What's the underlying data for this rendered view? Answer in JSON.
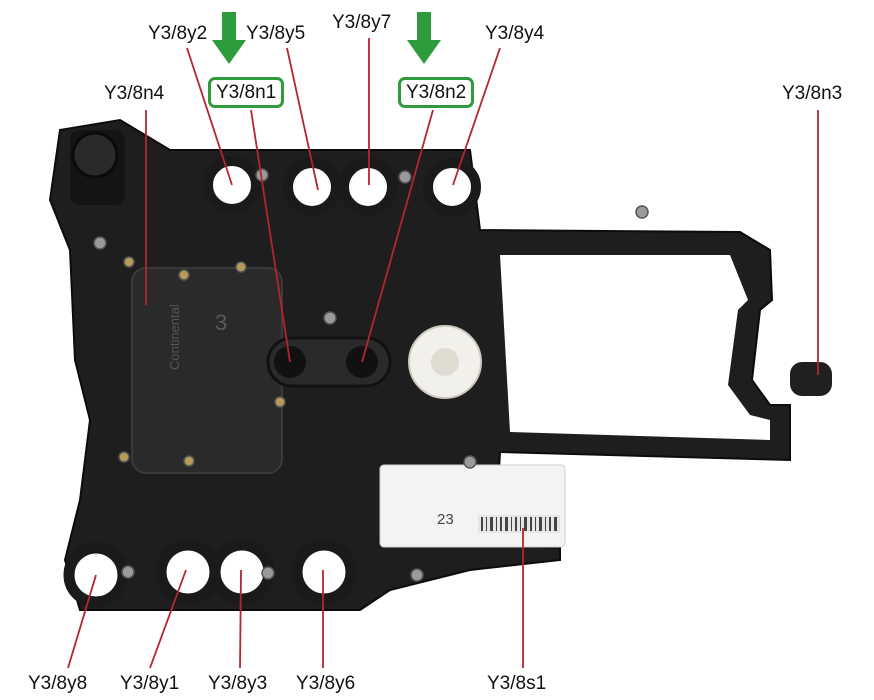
{
  "diagram": {
    "labels": {
      "y8y2": "Y3/8y2",
      "y8y5": "Y3/8y5",
      "y8y7": "Y3/8y7",
      "y8y4": "Y3/8y4",
      "y8n4": "Y3/8n4",
      "y8n1": "Y3/8n1",
      "y8n2": "Y3/8n2",
      "y8n3": "Y3/8n3",
      "y8y8": "Y3/8y8",
      "y8y1": "Y3/8y1",
      "y8y3": "Y3/8y3",
      "y8y6": "Y3/8y6",
      "y8s1": "Y3/8s1"
    },
    "part_text": {
      "module_number": "23",
      "brand": "Continental"
    },
    "colors": {
      "leader_line": "#b3262b",
      "highlight_box": "#2e9b3c",
      "arrow": "#2e9b3c",
      "housing": "#1c1c1c"
    },
    "icons": [
      "down-arrow-icon",
      "down-arrow-icon"
    ]
  }
}
